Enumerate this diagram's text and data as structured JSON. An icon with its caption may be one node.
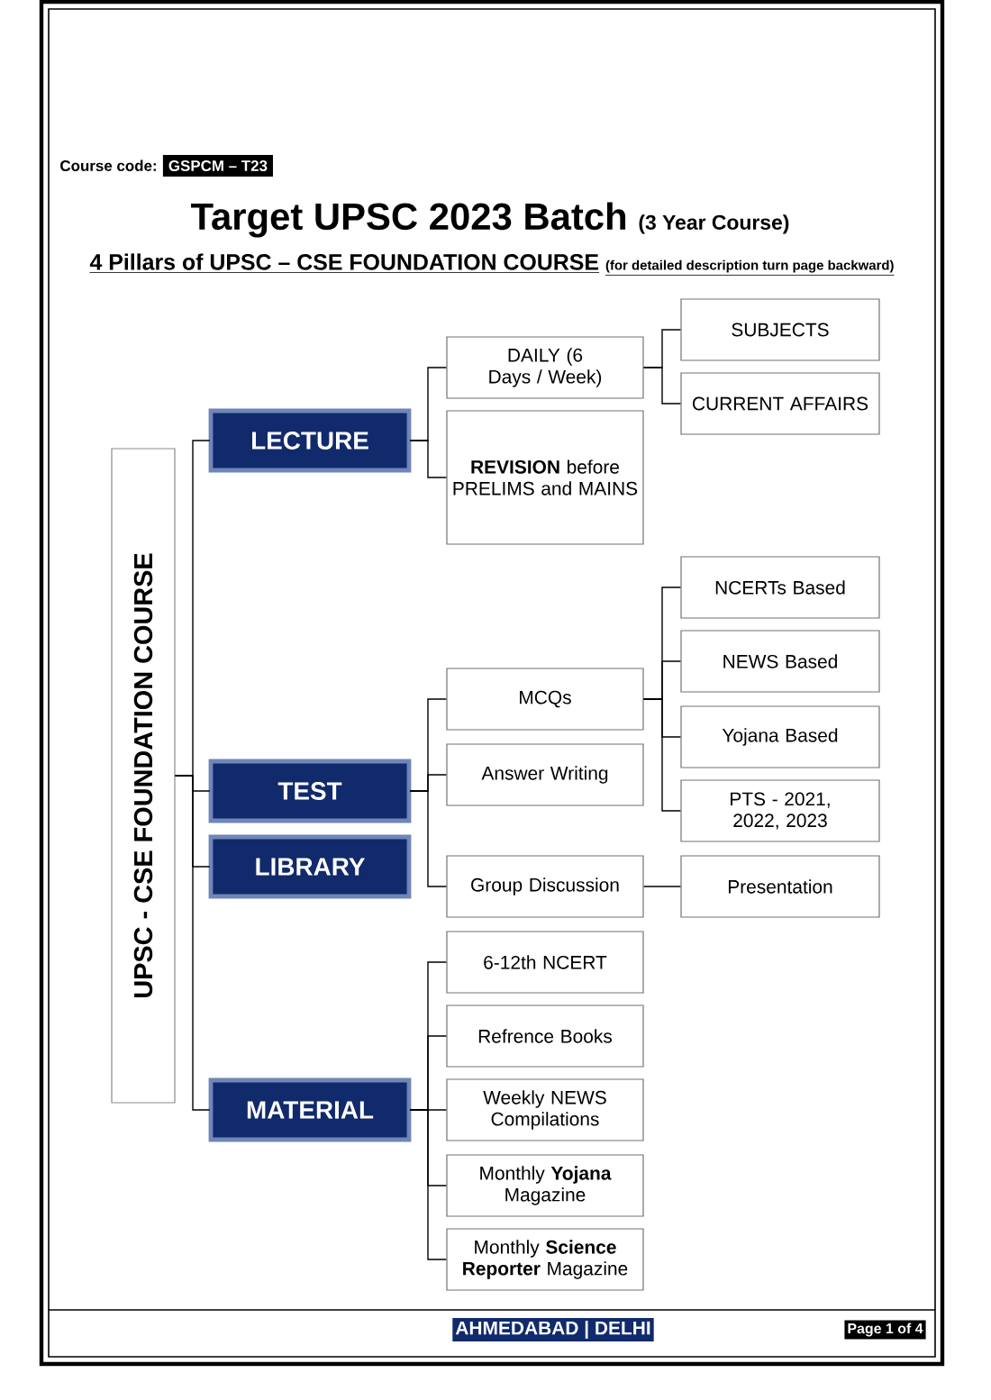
{
  "diagram": {
    "title": "Target UPSC 2023 Batch",
    "nodes": [
      {
        "text": [
          "UPSC - CSE FOUNDATION COURSE"
        ]
      },
      {
        "text": [
          "LECTURE"
        ]
      },
      {
        "text": [
          "DAILY (6 Days / Week)"
        ]
      },
      {
        "text": [
          "SUBJECTS"
        ]
      },
      {
        "text": [
          "CURRENT AFFAIRS"
        ]
      },
      {
        "text": [
          "**REVISION** before PRELIMS and MAINS"
        ]
      },
      {
        "text": [
          "TEST"
        ]
      },
      {
        "text": [
          "MCQs"
        ]
      },
      {
        "text": [
          "NCERTs Based"
        ]
      },
      {
        "text": [
          "NEWS Based"
        ]
      },
      {
        "text": [
          "Yojana Based"
        ]
      },
      {
        "text": [
          "PTS - 2021, 2022, 2023"
        ]
      },
      {
        "text": [
          "Answer Writing"
        ]
      },
      {
        "text": [
          "LIBRARY"
        ]
      },
      {
        "text": [
          "Group Discussion"
        ]
      },
      {
        "text": [
          "Presentation"
        ]
      },
      {
        "text": [
          "MATERIAL"
        ]
      },
      {
        "text": [
          "6-12th NCERT"
        ]
      },
      {
        "text": [
          "Refrence Books"
        ]
      },
      {
        "text": [
          "Weekly NEWS Compilations"
        ]
      },
      {
        "text": [
          "Monthly **Yojana** Magazine"
        ]
      },
      {
        "text": [
          "Monthly **Science Reporter** Magazine"
        ]
      }
    ],
    "edges": [
      {
        "from": 0,
        "to": 1,
        "arrow": "none"
      },
      {
        "from": 0,
        "to": 6,
        "arrow": "none"
      },
      {
        "from": 0,
        "to": 13,
        "arrow": "none"
      },
      {
        "from": 0,
        "to": 16,
        "arrow": "none"
      },
      {
        "from": 1,
        "to": 2,
        "arrow": "none"
      },
      {
        "from": 1,
        "to": 5,
        "arrow": "none"
      },
      {
        "from": 2,
        "to": 3,
        "arrow": "none"
      },
      {
        "from": 2,
        "to": 4,
        "arrow": "none"
      },
      {
        "from": 6,
        "to": 7,
        "arrow": "none"
      },
      {
        "from": 6,
        "to": 12,
        "arrow": "none"
      },
      {
        "from": 6,
        "to": 14,
        "arrow": "none"
      },
      {
        "from": 7,
        "to": 8,
        "arrow": "none"
      },
      {
        "from": 7,
        "to": 9,
        "arrow": "none"
      },
      {
        "from": 7,
        "to": 10,
        "arrow": "none"
      },
      {
        "from": 7,
        "to": 11,
        "arrow": "none"
      },
      {
        "from": 14,
        "to": 15,
        "arrow": "none"
      },
      {
        "from": 16,
        "to": 17,
        "arrow": "none"
      },
      {
        "from": 16,
        "to": 18,
        "arrow": "none"
      },
      {
        "from": 16,
        "to": 19,
        "arrow": "none"
      },
      {
        "from": 16,
        "to": 20,
        "arrow": "none"
      },
      {
        "from": 16,
        "to": 21,
        "arrow": "none"
      }
    ],
    "labels": [
      "Course code:",
      "GSPCM – T23",
      "(3 Year Course)",
      "4 Pillars of UPSC – CSE FOUNDATION COURSE",
      "(for detailed description turn page backward)",
      "AHMEDABAD | DELHI",
      "Page 1 of 4"
    ]
  }
}
